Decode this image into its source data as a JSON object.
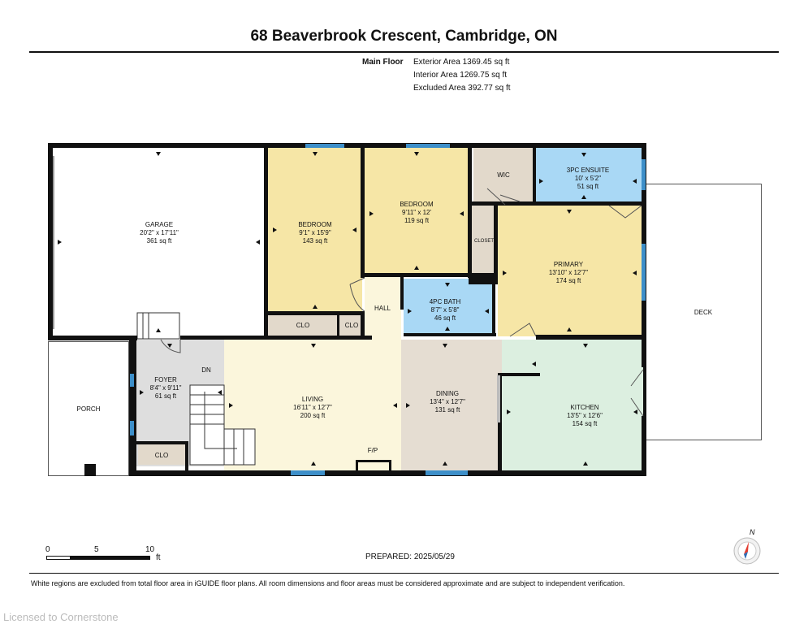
{
  "header": {
    "title": "68 Beaverbrook Crescent, Cambridge, ON",
    "floor_name": "Main Floor",
    "exterior_area": "Exterior Area 1369.45 sq ft",
    "interior_area": "Interior Area 1269.75 sq ft",
    "excluded_area": "Excluded Area 392.77 sq ft"
  },
  "rooms": {
    "garage": {
      "name": "GARAGE",
      "dims": "20'2\" x 17'11\"",
      "area": "361 sq ft"
    },
    "bedroom1": {
      "name": "BEDROOM",
      "dims": "9'1\" x 15'9\"",
      "area": "143 sq ft"
    },
    "bedroom2": {
      "name": "BEDROOM",
      "dims": "9'11\" x 12'",
      "area": "119 sq ft"
    },
    "wic": {
      "name": "WIC"
    },
    "ensuite": {
      "name": "3PC ENSUITE",
      "dims": "10' x 5'2\"",
      "area": "51 sq ft"
    },
    "closet": {
      "name": "CLOSET"
    },
    "primary": {
      "name": "PRIMARY",
      "dims": "13'10\" x 12'7\"",
      "area": "174 sq ft"
    },
    "hall": {
      "name": "HALL"
    },
    "bath": {
      "name": "4PC BATH",
      "dims": "8'7\" x 5'8\"",
      "area": "46 sq ft"
    },
    "clo1": {
      "name": "CLO"
    },
    "clo2": {
      "name": "CLO"
    },
    "clo3": {
      "name": "CLO"
    },
    "deck": {
      "name": "DECK"
    },
    "porch": {
      "name": "PORCH"
    },
    "foyer": {
      "name": "FOYER",
      "dims": "8'4\" x 9'11\"",
      "area": "61 sq ft"
    },
    "stairs_dn": {
      "name": "DN"
    },
    "living": {
      "name": "LIVING",
      "dims": "16'11\" x 12'7\"",
      "area": "200 sq ft"
    },
    "fireplace": {
      "name": "F/P"
    },
    "dining": {
      "name": "DINING",
      "dims": "13'4\" x 12'7\"",
      "area": "131 sq ft"
    },
    "kitchen": {
      "name": "KITCHEN",
      "dims": "13'5\" x 12'6\"",
      "area": "154 sq ft"
    }
  },
  "colors": {
    "bedroom": "#f6e6a6",
    "living": "#fbf6dc",
    "bath": "#a9d8f5",
    "kitchen": "#dcefe0",
    "dining": "#e5ddd2",
    "closet": "#e2d9cb",
    "foyer": "#dedede",
    "window": "#3d8fc9"
  },
  "scale": {
    "labels": [
      "0",
      "5",
      "10"
    ],
    "unit": "ft"
  },
  "prepared": "PREPARED: 2025/05/29",
  "compass": {
    "label": "N"
  },
  "footnote": "White regions are excluded from total floor area in iGUIDE floor plans. All room dimensions and floor areas must be considered approximate and are subject to independent verification.",
  "watermark": "Licensed to Cornerstone"
}
